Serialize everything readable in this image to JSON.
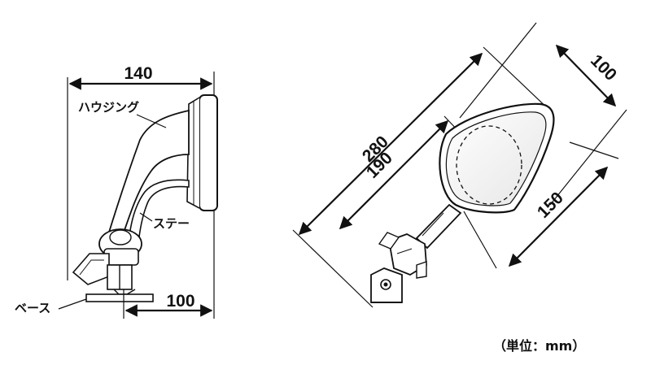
{
  "side_view": {
    "dim_width": "140",
    "dim_base": "100",
    "label_housing": "ハウジング",
    "label_stay": "ステー",
    "label_base": "ベース"
  },
  "front_view": {
    "dim_overall": "280",
    "dim_mirror": "190",
    "dim_upper": "100",
    "dim_lower": "150"
  },
  "units_note": "（単位：mm）",
  "colors": {
    "line": "#111111",
    "mirror_fill": "#f4f4f4",
    "background": "#ffffff"
  }
}
